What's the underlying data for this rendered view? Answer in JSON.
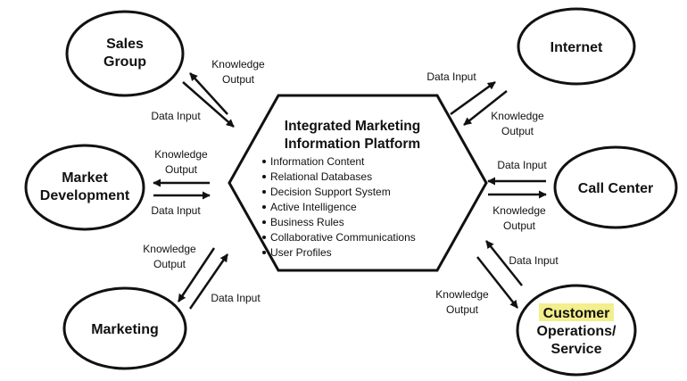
{
  "hub": {
    "title_line1": "Integrated Marketing",
    "title_line2": "Information Platform",
    "features": [
      "Information Content",
      "Relational Databases",
      "Decision Support System",
      "Active Intelligence",
      "Business Rules",
      "Collaborative Communications",
      "User Profiles"
    ]
  },
  "nodes": {
    "sales_group": {
      "line1": "Sales",
      "line2": "Group"
    },
    "market_development": {
      "line1": "Market",
      "line2": "Development"
    },
    "marketing": {
      "line1": "Marketing"
    },
    "internet": {
      "line1": "Internet"
    },
    "call_center": {
      "line1": "Call Center"
    },
    "customer_ops": {
      "line1": "Customer",
      "line2": "Operations/",
      "line3": "Service"
    }
  },
  "labels": {
    "knowledge": "Knowledge",
    "output": "Output",
    "data_input": "Data Input"
  },
  "colors": {
    "ink": "#111111",
    "highlight": "#f2ef8c"
  }
}
